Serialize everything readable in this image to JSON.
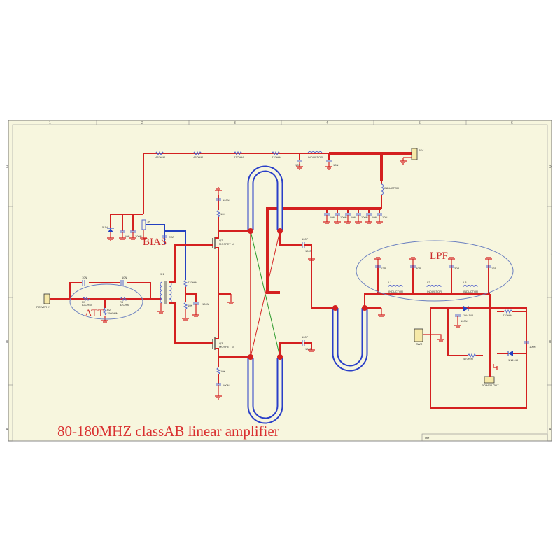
{
  "sheet": {
    "title": "80-180MHZ classAB  linear amplifier",
    "title_block_label": "Title",
    "column_numbers": [
      "1",
      "2",
      "3",
      "4",
      "5",
      "6"
    ],
    "row_letters": [
      "D",
      "C",
      "B",
      "A"
    ],
    "background_color": "#f7f6de",
    "wire_color": "#d42020",
    "coax_color": "#2a3fc8"
  },
  "blocks": {
    "bias": "BIAS",
    "att": "ATT",
    "lpf": "LPF"
  },
  "labels": {
    "power_in": "POWER IN",
    "power_out": "POWER OUT",
    "supply": "28V",
    "inductor_top": "INDUCTOR",
    "inductor_top2": "INDUCTOR",
    "inductor_right": "INDUCTOR",
    "mosfet_top": "MOSFET N",
    "mosfet_bottom": "MOSFET N",
    "q_top": "Q2",
    "q_bottom": "Q3",
    "transformer": "9:1",
    "zener": "5.1V",
    "pot": "1K",
    "cap_bias": "CAP",
    "r_top1": "47OHM",
    "r_top2": "47OHM",
    "r_top3": "47OHM",
    "r_top4": "47OHM",
    "c_top1": "10N",
    "c_top2": "10N",
    "c_bias1": "10N",
    "c_bias2": "100N",
    "r_gate_top": "10K",
    "c_gate_top": "100N",
    "r_gate_bottom": "10K",
    "c_gate_bottom": "100N",
    "r_mid": "47OHM",
    "r_mid2": "10K",
    "c_mid": "100N",
    "c_bank": [
      "10N",
      "100N",
      "10N",
      "100N",
      "10N",
      "10N"
    ],
    "att_c1": "10N",
    "att_c2": "10N",
    "att_r1": "R1",
    "att_r2": "R2",
    "att_r3": "R3",
    "att_r_vals": [
      "82OHM",
      "150OHM",
      "82OHM"
    ],
    "c_coup_top": "100P",
    "c_coup_top2": "100P",
    "c_coup_bottom": "100P",
    "c_coup_bottom2": "100P",
    "lpf_caps": [
      "12P",
      "30P",
      "30P",
      "12P"
    ],
    "lpf_inductors": [
      "L1",
      "L2",
      "L3"
    ],
    "lpf_ind_label": "INDUCTOR",
    "swr_conn": "SWR",
    "swr_d1": "1N4148",
    "swr_d2": "1N4148",
    "swr_r1": "47OHM",
    "swr_r2": "47OHM",
    "swr_c1": "100N",
    "swr_c2": "100N",
    "swr_r3": "10K",
    "swr_r4": "10K"
  }
}
